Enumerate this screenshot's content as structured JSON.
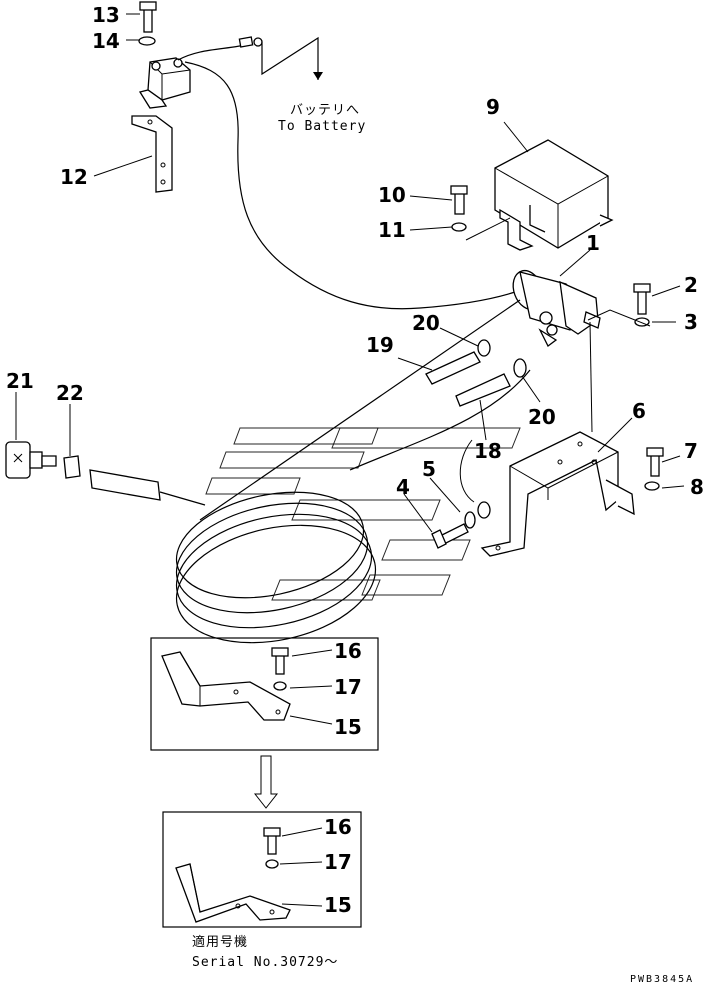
{
  "callouts": {
    "c1": "1",
    "c2": "2",
    "c3": "3",
    "c4": "4",
    "c5": "5",
    "c6": "6",
    "c7": "7",
    "c8": "8",
    "c9": "9",
    "c10": "10",
    "c11": "11",
    "c12": "12",
    "c13": "13",
    "c14": "14",
    "c15a": "15",
    "c15b": "15",
    "c16a": "16",
    "c16b": "16",
    "c17a": "17",
    "c17b": "17",
    "c18": "18",
    "c19": "19",
    "c20a": "20",
    "c20b": "20",
    "c21": "21",
    "c22": "22"
  },
  "notes": {
    "battery_jp": "バッテリへ",
    "battery_en": "To Battery",
    "serial_jp": "適用号機",
    "serial_en": "Serial No.30729～",
    "drawing_code": "PWB3845A"
  },
  "colors": {
    "line": "#000000",
    "background": "#ffffff"
  }
}
